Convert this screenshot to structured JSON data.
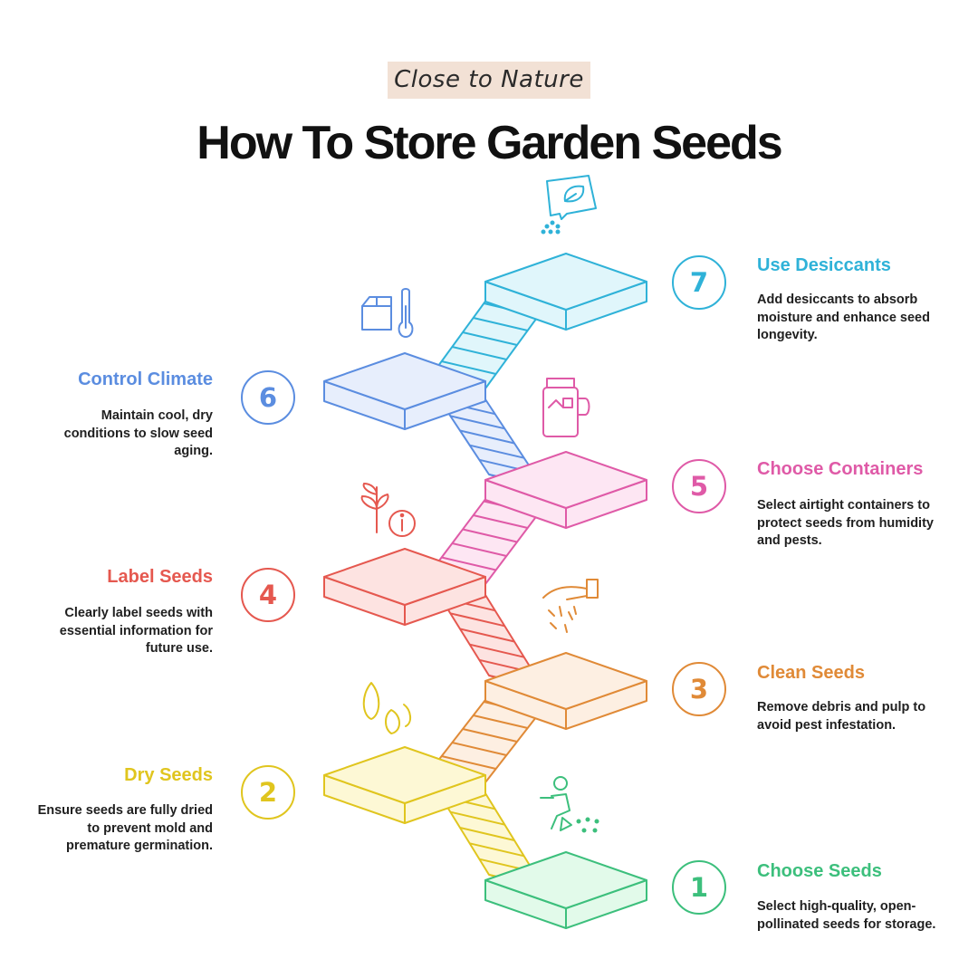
{
  "header": {
    "tagline": "Close to Nature",
    "title": "How To Store Garden Seeds"
  },
  "steps": [
    {
      "number": "1",
      "title": "Choose Seeds",
      "description": "Select high-quality, open-pollinated seeds for storage.",
      "color": "#3cbf7c",
      "icon": "gardener-sowing-icon"
    },
    {
      "number": "2",
      "title": "Dry Seeds",
      "description": "Ensure seeds are fully dried to prevent mold and premature germination.",
      "color": "#e0c51e",
      "icon": "seeds-icon"
    },
    {
      "number": "3",
      "title": "Clean Seeds",
      "description": "Remove debris and pulp to avoid pest infestation.",
      "color": "#e08a37",
      "icon": "spray-bottle-icon"
    },
    {
      "number": "4",
      "title": "Label Seeds",
      "description": "Clearly label seeds with essential information for future use.",
      "color": "#e5584f",
      "icon": "plant-info-icon"
    },
    {
      "number": "5",
      "title": "Choose Containers",
      "description": "Select airtight containers to protect seeds from humidity and pests.",
      "color": "#df5aa7",
      "icon": "jar-icon"
    },
    {
      "number": "6",
      "title": "Control Climate",
      "description": "Maintain cool, dry conditions to slow seed aging.",
      "color": "#5b8de0",
      "icon": "box-thermometer-icon"
    },
    {
      "number": "7",
      "title": "Use Desiccants",
      "description": "Add desiccants to absorb moisture and enhance seed longevity.",
      "color": "#2fb2d8",
      "icon": "desiccant-packet-icon"
    }
  ]
}
